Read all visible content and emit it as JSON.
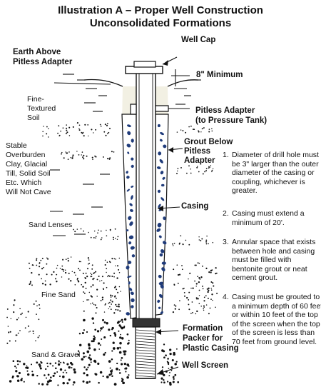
{
  "title": {
    "line1": "Illustration A – Proper Well Construction",
    "line2": "Unconsolidated Formations"
  },
  "labels": {
    "well_cap": "Well Cap",
    "earth_above_1": "Earth Above",
    "earth_above_2": "Pitless Adapter",
    "minimum": "8\" Minimum",
    "pitless_1": "Pitless Adapter",
    "pitless_2": "(to Pressure Tank)",
    "grout_1": "Grout Below",
    "grout_2": "Pitless",
    "grout_3": "Adapter",
    "casing": "Casing",
    "packer_1": "Formation",
    "packer_2": "Packer for",
    "packer_3": "Plastic Casing",
    "well_screen": "Well Screen",
    "fine_textured_1": "Fine-",
    "fine_textured_2": "Textured",
    "fine_textured_3": "Soil",
    "stable_1": "Stable",
    "stable_2": "Overburden",
    "stable_3": "Clay, Glacial",
    "stable_4": "Till, Solid Soil",
    "stable_5": "Etc. Which",
    "stable_6": "Will Not Cave",
    "sand_lenses": "Sand Lenses",
    "fine_sand": "Fine Sand",
    "sand_gravel": "Sand & Gravel"
  },
  "notes": [
    {
      "num": "1.",
      "text": "Diameter of drill hole must be 3\" larger than the outer diameter of the casing or coupling, whichever is greater."
    },
    {
      "num": "2.",
      "text": "Casing must extend a minimum of 20'."
    },
    {
      "num": "3.",
      "text": "Annular space that exists between hole and casing must be filled with bentonite grout or neat cement grout."
    },
    {
      "num": "4.",
      "text": "Casing must be grouted to a minimum depth of 60 feet or within 10 feet of the top of the screen when the top of the screen is less than 70 feet from ground level."
    }
  ]
}
